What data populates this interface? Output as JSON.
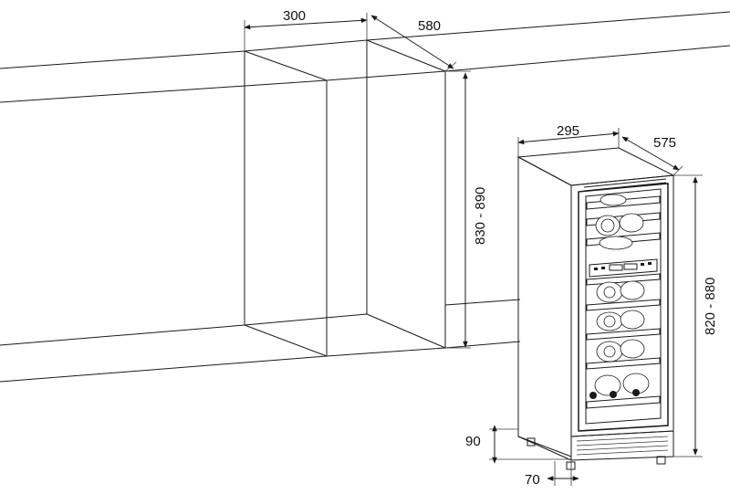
{
  "diagram": {
    "niche": {
      "width_label": "300",
      "depth_label": "580",
      "height_label": "830 - 890"
    },
    "appliance": {
      "width_label": "295",
      "depth_label": "575",
      "height_label": "820 - 880",
      "plinth_label": "90",
      "foot_label": "70"
    }
  }
}
